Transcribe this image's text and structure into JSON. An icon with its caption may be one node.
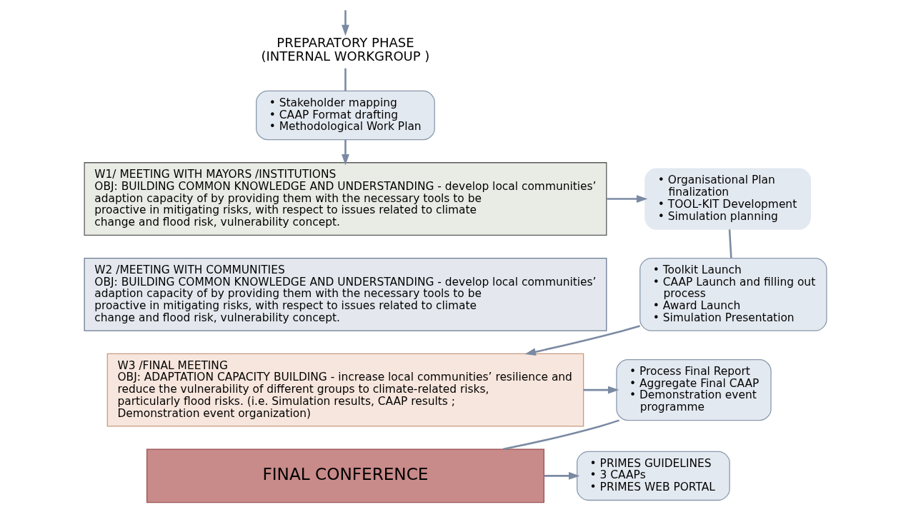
{
  "diagram": {
    "nodes": [
      {
        "text": [
          "PREPARATORY PHASE",
          "(INTERNAL WORKGROUP )"
        ]
      },
      {
        "text": [
          "• Stakeholder mapping",
          "• CAAP Format drafting",
          "• Methodological Work Plan"
        ]
      },
      {
        "text": [
          "W1/ MEETING WITH MAYORS /INSTITUTIONS",
          "OBJ: BUILDING COMMON KNOWLEDGE AND UNDERSTANDING - develop local communities’ adaption capacity of by providing them with the necessary tools to be proactive in mitigating risks, with respect to issues related to climate change and flood risk, vulnerability concept."
        ]
      },
      {
        "text": [
          "• Organisational Plan finalization",
          "• TOOL-KIT Development",
          "• Simulation planning"
        ]
      },
      {
        "text": [
          "W2 /MEETING WITH COMMUNITIES",
          "OBJ: BUILDING COMMON KNOWLEDGE AND UNDERSTANDING - develop local communities’ adaption capacity of by providing them with the necessary tools to be proactive in mitigating risks, with respect to issues related to climate change and flood risk, vulnerability concept."
        ]
      },
      {
        "text": [
          "• Toolkit Launch",
          "• CAAP Launch and filling out process",
          "• Award Launch",
          "• Simulation Presentation"
        ]
      },
      {
        "text": [
          "W3 /FINAL MEETING",
          "OBJ: ADAPTATION CAPACITY BUILDING - increase local communities’ resilience and reduce the vulnerability of different groups to climate-related risks, particularly flood risks. (i.e. Simulation results, CAAP results ; Demonstration event organization)"
        ]
      },
      {
        "text": [
          "• Process Final Report",
          "• Aggregate Final CAAP",
          "• Demonstration event programme"
        ]
      },
      {
        "text": [
          "FINAL CONFERENCE"
        ]
      },
      {
        "text": [
          "• PRIMES GUIDELINES",
          "• 3 CAAPs",
          "• PRIMES WEB PORTAL"
        ]
      }
    ],
    "edges": [
      {
        "from": null,
        "to": 0,
        "arrow": "to"
      },
      {
        "from": 0,
        "to": 1,
        "arrow": "none"
      },
      {
        "from": 1,
        "to": 2,
        "arrow": "to"
      },
      {
        "from": 2,
        "to": 3,
        "arrow": "to"
      },
      {
        "from": 3,
        "to": 5,
        "arrow": "none"
      },
      {
        "from": 5,
        "to": 6,
        "arrow": "to"
      },
      {
        "from": 6,
        "to": 7,
        "arrow": "to"
      },
      {
        "from": 7,
        "to": 8,
        "arrow": "none"
      },
      {
        "from": 8,
        "to": 9,
        "arrow": "to"
      }
    ]
  }
}
